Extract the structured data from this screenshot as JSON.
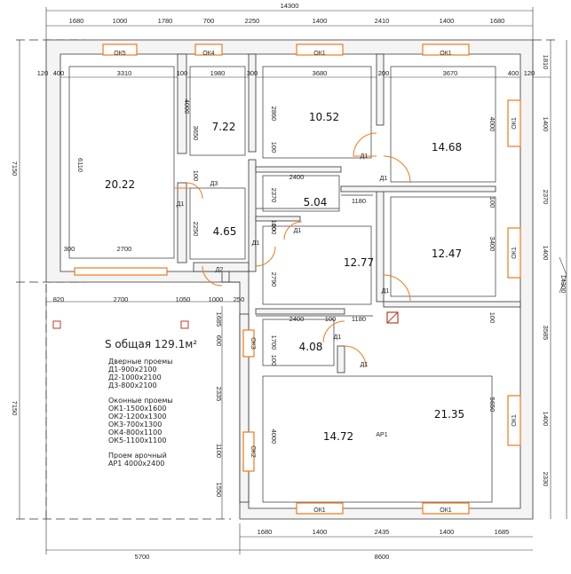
{
  "dimensions": {
    "overall_top": "14300",
    "top": [
      "1680",
      "1000",
      "1780",
      "700",
      "2250",
      "1400",
      "2410",
      "1400",
      "1680"
    ],
    "second_row": [
      "120",
      "400",
      "3310",
      "100",
      "1980",
      "300",
      "3680",
      "200",
      "3670",
      "400",
      "120"
    ],
    "left_overall_top": "7150",
    "left_overall_bottom": "7150",
    "right_overall": "14300",
    "right": [
      "1810",
      "1400",
      "2370",
      "1400",
      "3585",
      "1400",
      "2330"
    ],
    "bottom": [
      "1680",
      "1400",
      "2435",
      "1400",
      "1685"
    ],
    "bottom_overall": [
      "5700",
      "8600"
    ],
    "lower_left_row": [
      "820",
      "2700",
      "1050",
      "1000",
      "250"
    ],
    "inner": [
      "6110",
      "300",
      "2700",
      "3650",
      "100",
      "2250",
      "2860",
      "100",
      "2400",
      "2370",
      "100",
      "1180",
      "100",
      "2790",
      "2400",
      "100",
      "1180",
      "1700",
      "100",
      "1685",
      "600",
      "2335",
      "4000",
      "1100",
      "1550",
      "4000",
      "3400",
      "5650",
      "4000",
      "100",
      "100"
    ]
  },
  "rooms": [
    "20.22",
    "7.22",
    "10.52",
    "14.68",
    "5.04",
    "4.65",
    "12.77",
    "12.47",
    "4.08",
    "14.72",
    "21.35"
  ],
  "windows": [
    "ОК5",
    "ОК4",
    "ОК1",
    "ОК1",
    "ОК1",
    "ОК1",
    "ОК1",
    "ОК1",
    "ОК1",
    "ОК3",
    "ОК2"
  ],
  "doors": [
    "Д1",
    "Д1",
    "Д3",
    "Д1",
    "Д1",
    "Д1",
    "Д1",
    "Д2",
    "Д1",
    "Д1"
  ],
  "arch_label": "АР1",
  "notes": {
    "title": "S общая 129.1м²",
    "doors_heading": "Дверные проемы",
    "doors": [
      "Д1-900х2100",
      "Д2-1000х2100",
      "Д3-800х2100"
    ],
    "windows_heading": "Оконные проемы",
    "windows": [
      "ОК1-1500х1600",
      "ОК2-1200х1300",
      "ОК3-700х1300",
      "ОК4-800х1100",
      "ОК5-1100х1100"
    ],
    "arch_heading": "Проем арочный",
    "arch": "АР1 4000х2400"
  },
  "colors": {
    "wall": "#f4f4f4",
    "line": "#333333",
    "window": "#f07a1a",
    "marker": "#c0392b"
  }
}
